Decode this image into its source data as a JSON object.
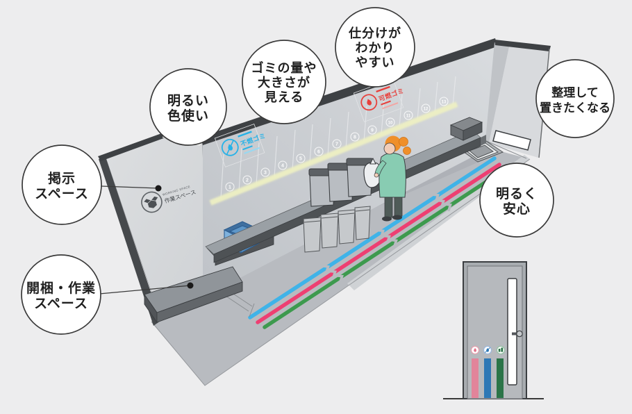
{
  "bubbles": [
    {
      "name": "bright-colors",
      "lines": [
        "明るい",
        "色使い"
      ]
    },
    {
      "name": "waste-visibility",
      "lines": [
        "ゴミの量や",
        "大きさが",
        "見える"
      ]
    },
    {
      "name": "easy-sorting",
      "lines": [
        "仕分けが",
        "わかり",
        "やすい"
      ]
    },
    {
      "name": "tidy-placement",
      "lines": [
        "整理して",
        "置きたくなる"
      ]
    },
    {
      "name": "notice-space",
      "lines": [
        "掲示",
        "スペース"
      ]
    },
    {
      "name": "unpack-work-space",
      "lines": [
        "開梱・作業",
        "スペース"
      ]
    },
    {
      "name": "bright-secure",
      "lines": [
        "明るく",
        "安心"
      ]
    }
  ],
  "wall_signs": {
    "nonburnable": {
      "title": "不燃ゴミ",
      "color": "#25b2e8",
      "icon": "no-burn-flame-icon"
    },
    "burnable": {
      "title": "可燃ゴミ",
      "color": "#e8403c",
      "icon": "flame-icon"
    }
  },
  "workspace_sign": {
    "en": "WORKING SPACE",
    "ja": "作業スペース",
    "icon": "open-box-icon"
  },
  "panel_numbers": [
    "1",
    "2",
    "3",
    "4",
    "5",
    "6",
    "7",
    "8",
    "9",
    "10",
    "11",
    "12",
    "13"
  ],
  "colors": {
    "floor_line_blue": "#3fb3e8",
    "floor_line_pink": "#ee3f72",
    "floor_line_green": "#3d9a4e",
    "door_stripe_pink": "#e2849a",
    "door_stripe_blue": "#2e78b5",
    "door_stripe_green": "#2b7448",
    "accent_light_stripe": "#eef0c3",
    "work_box_blue": "#7fb2dd"
  },
  "door": {
    "icons": [
      "burnable-icon",
      "nonburnable-icon",
      "recyclable-icon"
    ]
  }
}
